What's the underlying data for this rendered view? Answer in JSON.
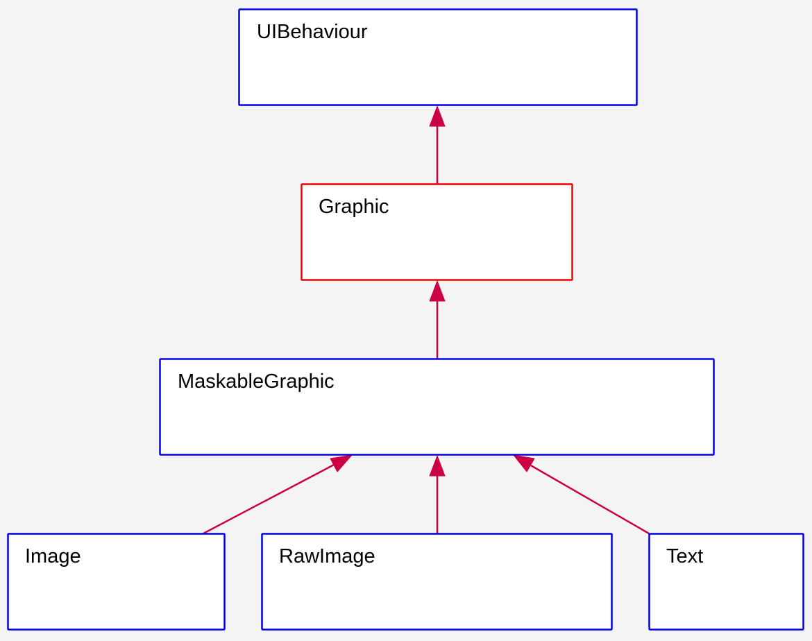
{
  "diagram": {
    "colors": {
      "background": "#f4f4f4",
      "box_fill": "#ffffff",
      "box_border": "#0000e6",
      "selected_border": "#ee0000",
      "edge": "#cc0044",
      "text": "#000000"
    },
    "nodes": {
      "uibehaviour": {
        "label": "UIBehaviour",
        "selected": false
      },
      "graphic": {
        "label": "Graphic",
        "selected": true
      },
      "maskablegraphic": {
        "label": "MaskableGraphic",
        "selected": false
      },
      "image": {
        "label": "Image",
        "selected": false
      },
      "rawimage": {
        "label": "RawImage",
        "selected": false
      },
      "text": {
        "label": "Text",
        "selected": false
      }
    },
    "edges": [
      {
        "from": "graphic",
        "to": "uibehaviour",
        "kind": "inheritance"
      },
      {
        "from": "maskablegraphic",
        "to": "graphic",
        "kind": "inheritance"
      },
      {
        "from": "image",
        "to": "maskablegraphic",
        "kind": "inheritance"
      },
      {
        "from": "rawimage",
        "to": "maskablegraphic",
        "kind": "inheritance"
      },
      {
        "from": "text",
        "to": "maskablegraphic",
        "kind": "inheritance"
      }
    ]
  }
}
